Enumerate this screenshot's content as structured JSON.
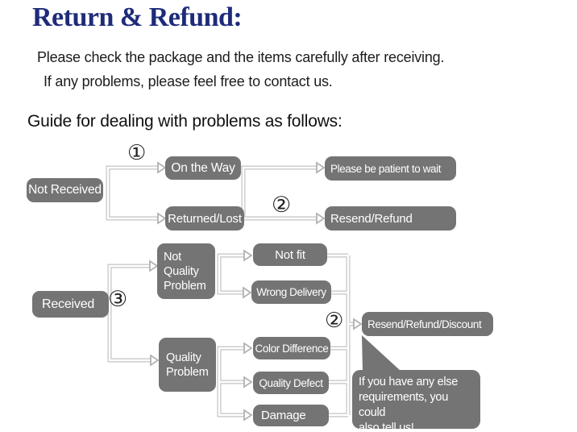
{
  "header": {
    "title": "Return & Refund:",
    "line1": "Please check the package and the items carefully after receiving.",
    "line2": "If any problems, please feel free to contact us."
  },
  "guide_heading": "Guide for dealing with problems as follows:",
  "markers": {
    "step1": "①",
    "step2": "②",
    "step3": "③"
  },
  "nodes": {
    "not_received": "Not Received",
    "on_the_way": "On the Way",
    "please_wait": "Please be patient to wait",
    "returned_lost": "Returned/Lost",
    "resend_refund": "Resend/Refund",
    "received": "Received",
    "not_quality_problem": "Not Quality Problem",
    "not_fit": "Not fit",
    "wrong_delivery": "Wrong Delivery",
    "quality_problem": "Quality Problem",
    "color_difference": "Color Difference",
    "quality_defect": "Quality Defect",
    "damage": "Damage",
    "resend_refund_discount": "Resend/Refund/Discount"
  },
  "bubble_lines": {
    "0": "If you have any else",
    "1": "requirements, you could",
    "2": "also tell us!"
  },
  "colors": {
    "title": "#1e2b7a",
    "box": "#747474",
    "connector": "#c3c3c3"
  }
}
